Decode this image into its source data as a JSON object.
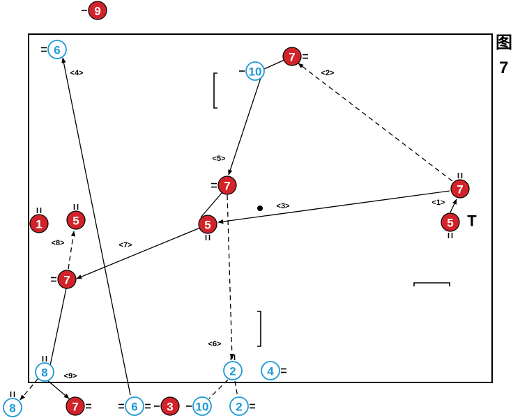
{
  "figure": {
    "caption_main": "图",
    "caption_number": "7"
  },
  "players": [
    {
      "id": "p-top-9",
      "number": "9",
      "team": "red",
      "mark": "single-left"
    },
    {
      "id": "p-6-top",
      "number": "6",
      "team": "blue",
      "mark": "double-left"
    },
    {
      "id": "p-10-top",
      "number": "10",
      "team": "blue",
      "mark": "single-left"
    },
    {
      "id": "p-7-top",
      "number": "7",
      "team": "red",
      "mark": "double-right"
    },
    {
      "id": "p-7-center",
      "number": "7",
      "team": "red",
      "mark": "double-left"
    },
    {
      "id": "p-7-right",
      "number": "7",
      "team": "red",
      "mark": "double-top"
    },
    {
      "id": "p-5-right",
      "number": "5",
      "team": "red",
      "mark": "double-bottom"
    },
    {
      "id": "p-1-left",
      "number": "1",
      "team": "red",
      "mark": "double-top"
    },
    {
      "id": "p-5-left",
      "number": "5",
      "team": "red",
      "mark": "double-top"
    },
    {
      "id": "p-5-center",
      "number": "5",
      "team": "red",
      "mark": "double-bottom"
    },
    {
      "id": "p-7-left",
      "number": "7",
      "team": "red",
      "mark": "double-left"
    },
    {
      "id": "p-8-inner",
      "number": "8",
      "team": "blue",
      "mark": "double-top"
    },
    {
      "id": "p-2-goal",
      "number": "2",
      "team": "blue",
      "mark": "double-top"
    },
    {
      "id": "p-4-goal",
      "number": "4",
      "team": "blue",
      "mark": "double-right"
    },
    {
      "id": "p-8-out",
      "number": "8",
      "team": "blue",
      "mark": "double-top"
    },
    {
      "id": "p-7-bottom",
      "number": "7",
      "team": "red",
      "mark": "double-right"
    },
    {
      "id": "p-6-bottom",
      "number": "6",
      "team": "blue",
      "mark": "double-both"
    },
    {
      "id": "p-3-bottom",
      "number": "3",
      "team": "red",
      "mark": "single-left"
    },
    {
      "id": "p-10-bottom",
      "number": "10",
      "team": "blue",
      "mark": "single-left"
    },
    {
      "id": "p-2-bottom",
      "number": "2",
      "team": "blue",
      "mark": "double-right"
    }
  ],
  "pass_labels": [
    "<1>",
    "<2>",
    "<3>",
    "<4>",
    "<5>",
    "<6>",
    "<7>",
    "<8>",
    "<9>"
  ],
  "symbol_t": "T",
  "colors": {
    "red": "#d2232a",
    "blue": "#1e9ad6",
    "ink": "#000000",
    "background": "#ffffff"
  }
}
